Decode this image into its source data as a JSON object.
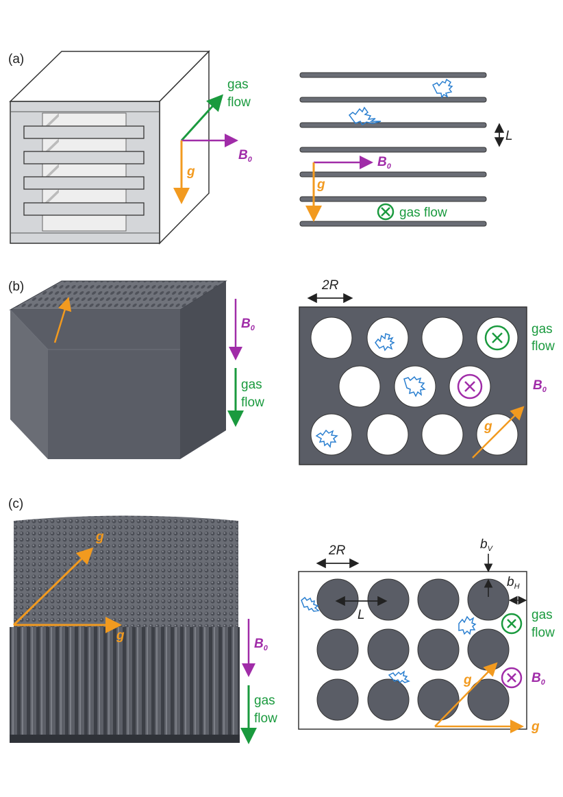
{
  "panels": {
    "a": "(a)",
    "b": "(b)",
    "c": "(c)"
  },
  "labels": {
    "gas": "gas",
    "flow": "flow",
    "gas_flow": "gas flow",
    "B": "B",
    "B_sub": "0",
    "g": "g",
    "L": "L",
    "twoR": "2R",
    "b": "b",
    "b_v_sub": "V",
    "b_h_sub": "H"
  },
  "colors": {
    "gas_flow": "#1a9a3e",
    "field": "#a02ca8",
    "gravity": "#f29a1f",
    "trajectory": "#2a7fd0",
    "solid": "#5a5d66",
    "solid_light": "#d4d6d9"
  },
  "icons": [
    "circled-times-icon",
    "arrow-icon"
  ]
}
